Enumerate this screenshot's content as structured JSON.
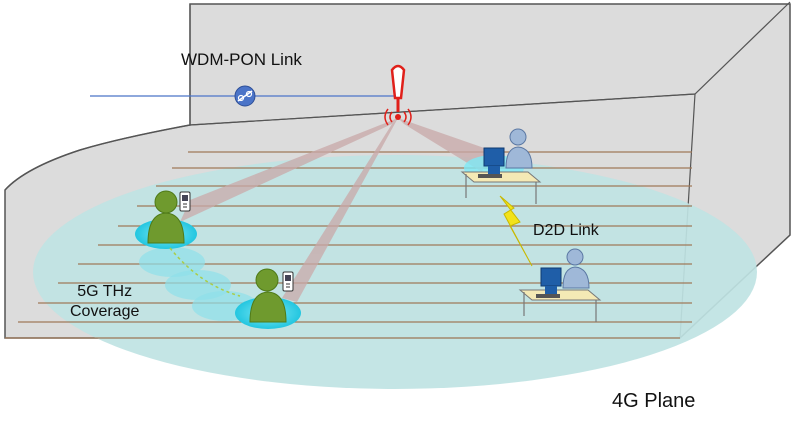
{
  "labels": {
    "wdm_pon_link": "WDM-PON Link",
    "d2d_link": "D2D Link",
    "coverage_line1": "5G THz",
    "coverage_line2": "Coverage",
    "plane": "4G Plane"
  },
  "colors": {
    "wall": "#dcdcdc",
    "wall_stroke": "#555555",
    "plane_fill": "#bfe3e3",
    "floor_line": "#a07a5a",
    "beam_fill": "#c9a9a9",
    "user_green": "#6f9a2e",
    "halo_cyan": "#2fd0e6",
    "antenna_red": "#e0201a",
    "lightning_yellow": "#f2e21a",
    "fiber_blue": "#4b74c8",
    "desk_fill": "#f4e9b5",
    "monitor_blue": "#1f5ea8",
    "person_blue": "#9fb8d8"
  },
  "icons": [
    "antenna-tower-icon",
    "fiber-connector-icon",
    "mobile-user-icon",
    "desktop-user-icon",
    "lightning-bolt-icon"
  ]
}
